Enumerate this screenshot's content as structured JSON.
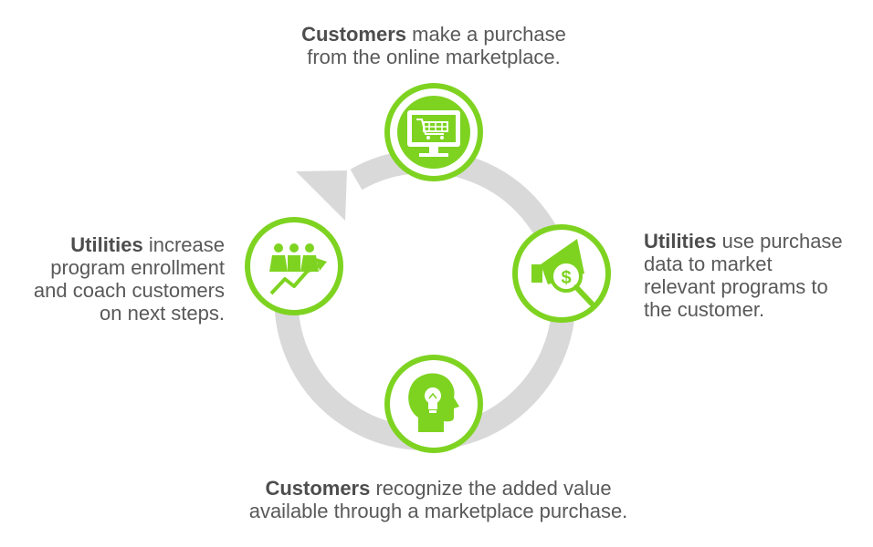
{
  "colors": {
    "accent": "#7ed321",
    "arc": "#d9d9d9",
    "text": "#595959"
  },
  "steps": [
    {
      "icon": "computer-cart-icon",
      "bold": "Customers",
      "line1_rest": " make a purchase",
      "line2": "from the online marketplace."
    },
    {
      "icon": "megaphone-dollar-icon",
      "bold": "Utilities",
      "line1_rest": " use purchase",
      "line2": "data to market",
      "line3": "relevant programs to",
      "line4": "the customer."
    },
    {
      "icon": "head-lightbulb-icon",
      "bold": "Customers",
      "line1_rest": " recognize the added value",
      "line2": "available through a marketplace purchase."
    },
    {
      "icon": "people-growth-icon",
      "bold": "Utilities",
      "line1_rest": " increase",
      "line2": "program enrollment",
      "line3": "and coach customers",
      "line4": "on next steps."
    }
  ]
}
